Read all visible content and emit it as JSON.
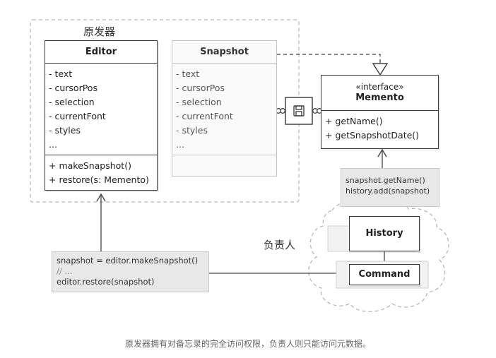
{
  "originator_label": "原发器",
  "caretaker_label": "负责人",
  "caption": "原发器拥有对备忘录的完全访问权限，负责人则只能访问元数据。",
  "editor": {
    "title": "Editor",
    "fields": [
      "- text",
      "- cursorPos",
      "- selection",
      "- currentFont",
      "- styles",
      "..."
    ],
    "methods": [
      "+ makeSnapshot()",
      "+ restore(s: Memento)"
    ]
  },
  "snapshot": {
    "title": "Snapshot",
    "fields": [
      "- text",
      "- cursorPos",
      "- selection",
      "- currentFont",
      "- styles",
      "..."
    ]
  },
  "memento": {
    "stereotype": "«interface»",
    "title": "Memento",
    "methods": [
      "+ getName()",
      "+ getSnapshotDate()"
    ]
  },
  "history_label": "History",
  "command_label": "Command",
  "note_history": [
    "snapshot.getName()",
    "history.add(snapshot)"
  ],
  "note_command": [
    "snapshot = editor.makeSnapshot()",
    "// ...",
    "editor.restore(snapshot)"
  ]
}
